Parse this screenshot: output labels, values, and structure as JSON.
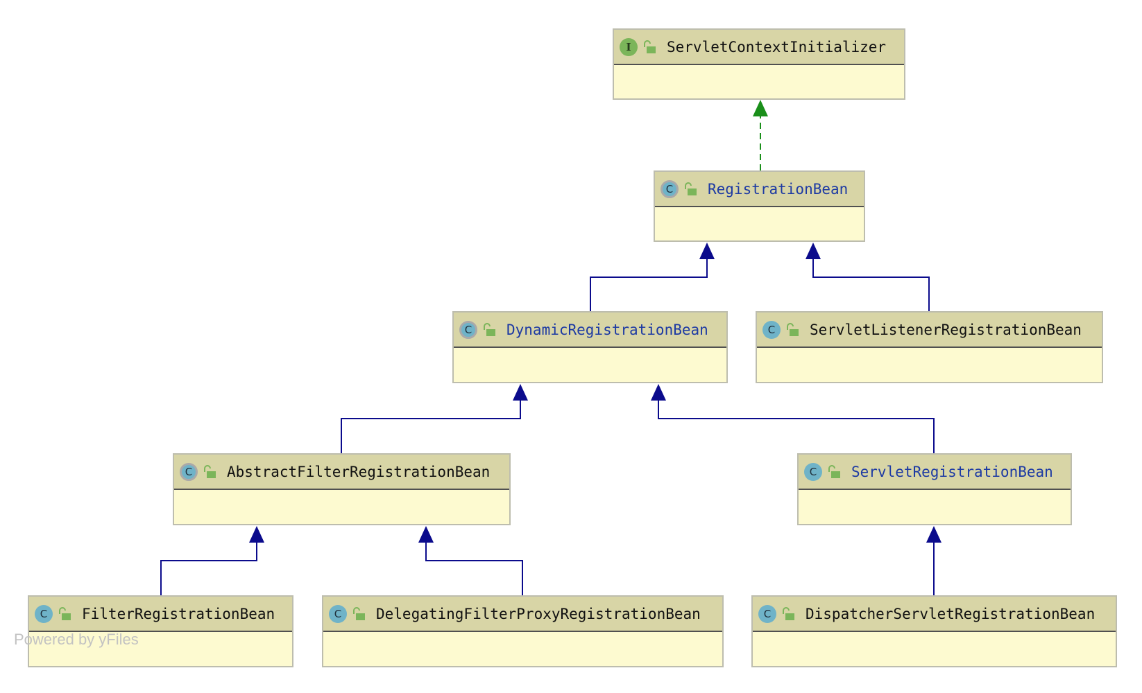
{
  "colors": {
    "header": "#d8d5a6",
    "body": "#fdfad0",
    "inheritance_edge": "#0b0b8c",
    "implements_edge": "#1a8f1a",
    "link_text": "#1d3aa3"
  },
  "nodes": {
    "servlet_context_initializer": {
      "name": "ServletContextInitializer",
      "kind": "interface",
      "badge": "I",
      "icon": "interface-icon"
    },
    "registration_bean": {
      "name": "RegistrationBean",
      "kind": "abstract-class",
      "badge": "C",
      "icon": "abstract-class-icon"
    },
    "dynamic_registration_bean": {
      "name": "DynamicRegistrationBean",
      "kind": "abstract-class",
      "badge": "C",
      "icon": "abstract-class-icon"
    },
    "servlet_listener_registration_bean": {
      "name": "ServletListenerRegistrationBean",
      "kind": "class",
      "badge": "C",
      "icon": "class-icon"
    },
    "abstract_filter_registration_bean": {
      "name": "AbstractFilterRegistrationBean",
      "kind": "abstract-class",
      "badge": "C",
      "icon": "abstract-class-icon"
    },
    "servlet_registration_bean": {
      "name": "ServletRegistrationBean",
      "kind": "class",
      "badge": "C",
      "icon": "class-icon"
    },
    "filter_registration_bean": {
      "name": "FilterRegistrationBean",
      "kind": "class",
      "badge": "C",
      "icon": "class-icon"
    },
    "delegating_filter_proxy_registration_bean": {
      "name": "DelegatingFilterProxyRegistrationBean",
      "kind": "class",
      "badge": "C",
      "icon": "class-icon"
    },
    "dispatcher_servlet_registration_bean": {
      "name": "DispatcherServletRegistrationBean",
      "kind": "class",
      "badge": "C",
      "icon": "class-icon"
    }
  },
  "edges": [
    {
      "from": "registration_bean",
      "to": "servlet_context_initializer",
      "type": "implements"
    },
    {
      "from": "dynamic_registration_bean",
      "to": "registration_bean",
      "type": "extends"
    },
    {
      "from": "servlet_listener_registration_bean",
      "to": "registration_bean",
      "type": "extends"
    },
    {
      "from": "abstract_filter_registration_bean",
      "to": "dynamic_registration_bean",
      "type": "extends"
    },
    {
      "from": "servlet_registration_bean",
      "to": "dynamic_registration_bean",
      "type": "extends"
    },
    {
      "from": "filter_registration_bean",
      "to": "abstract_filter_registration_bean",
      "type": "extends"
    },
    {
      "from": "delegating_filter_proxy_registration_bean",
      "to": "abstract_filter_registration_bean",
      "type": "extends"
    },
    {
      "from": "dispatcher_servlet_registration_bean",
      "to": "servlet_registration_bean",
      "type": "extends"
    }
  ],
  "footer": "Powered by yFiles"
}
